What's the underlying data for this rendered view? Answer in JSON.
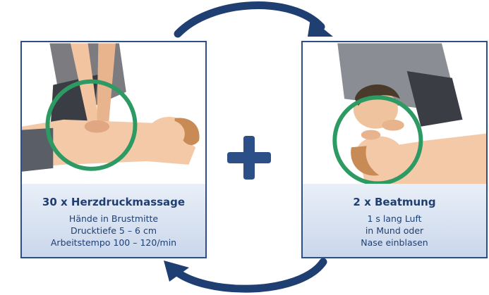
{
  "left_panel": {
    "title": "30 x Herzdruckmassage",
    "lines": [
      "Hände in Brustmitte",
      "Drucktiefe 5 – 6 cm",
      "Arbeitstempo 100 – 120/min"
    ]
  },
  "right_panel": {
    "title": "2 x Beatmung",
    "lines": [
      "1 s lang Luft",
      "in Mund oder",
      "Nase einblasen"
    ]
  },
  "colors": {
    "frame": "#2b4f86",
    "arrow": "#1f3f72",
    "plus": "#2b4f86",
    "circle": "#2e9a63",
    "caption_text": "#1f3f72"
  },
  "icons": {
    "plus": "plus-icon",
    "cycle_top": "curved-arrow-right-icon",
    "cycle_bottom": "curved-arrow-left-icon"
  }
}
